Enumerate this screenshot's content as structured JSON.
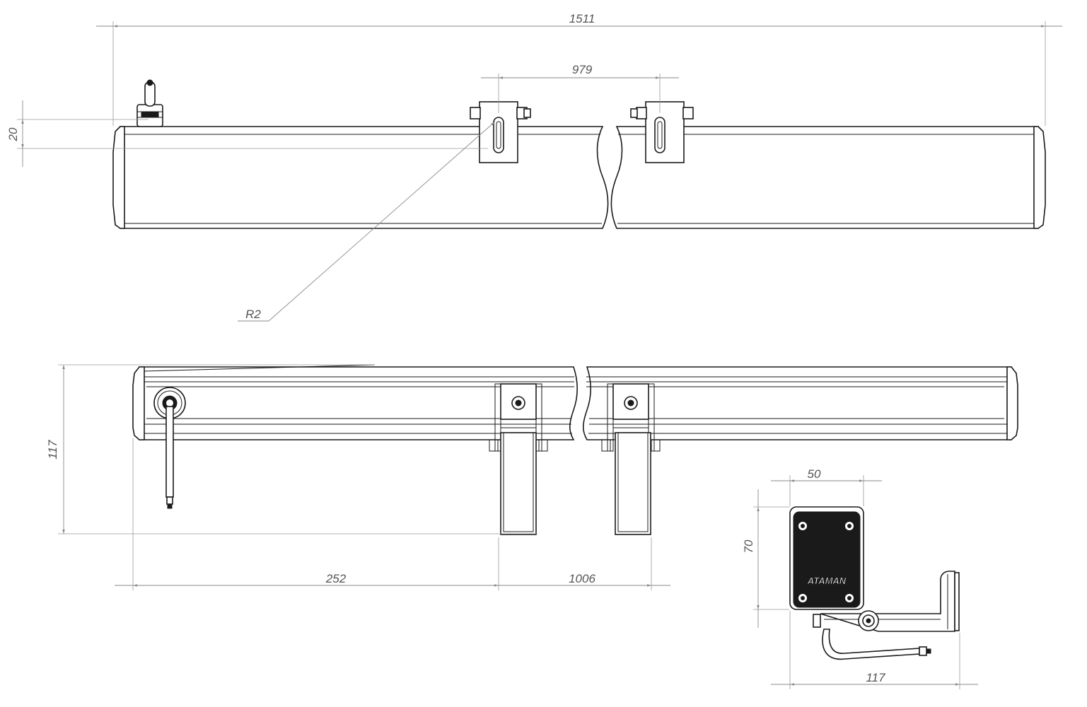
{
  "dimensions": {
    "overall_length": "1511",
    "bracket_spacing_top": "979",
    "cable_gland_height": "20",
    "slot_radius": "R2",
    "profile_height_front": "117",
    "bracket_offset": "252",
    "bracket_spacing_front": "1006",
    "side_width": "50",
    "side_height": "70",
    "side_depth": "117"
  },
  "logo": {
    "text": "ATAMAN"
  },
  "colors": {
    "outline": "#1a1a1a",
    "dimension": "#8a8a8a",
    "text": "#555555"
  }
}
